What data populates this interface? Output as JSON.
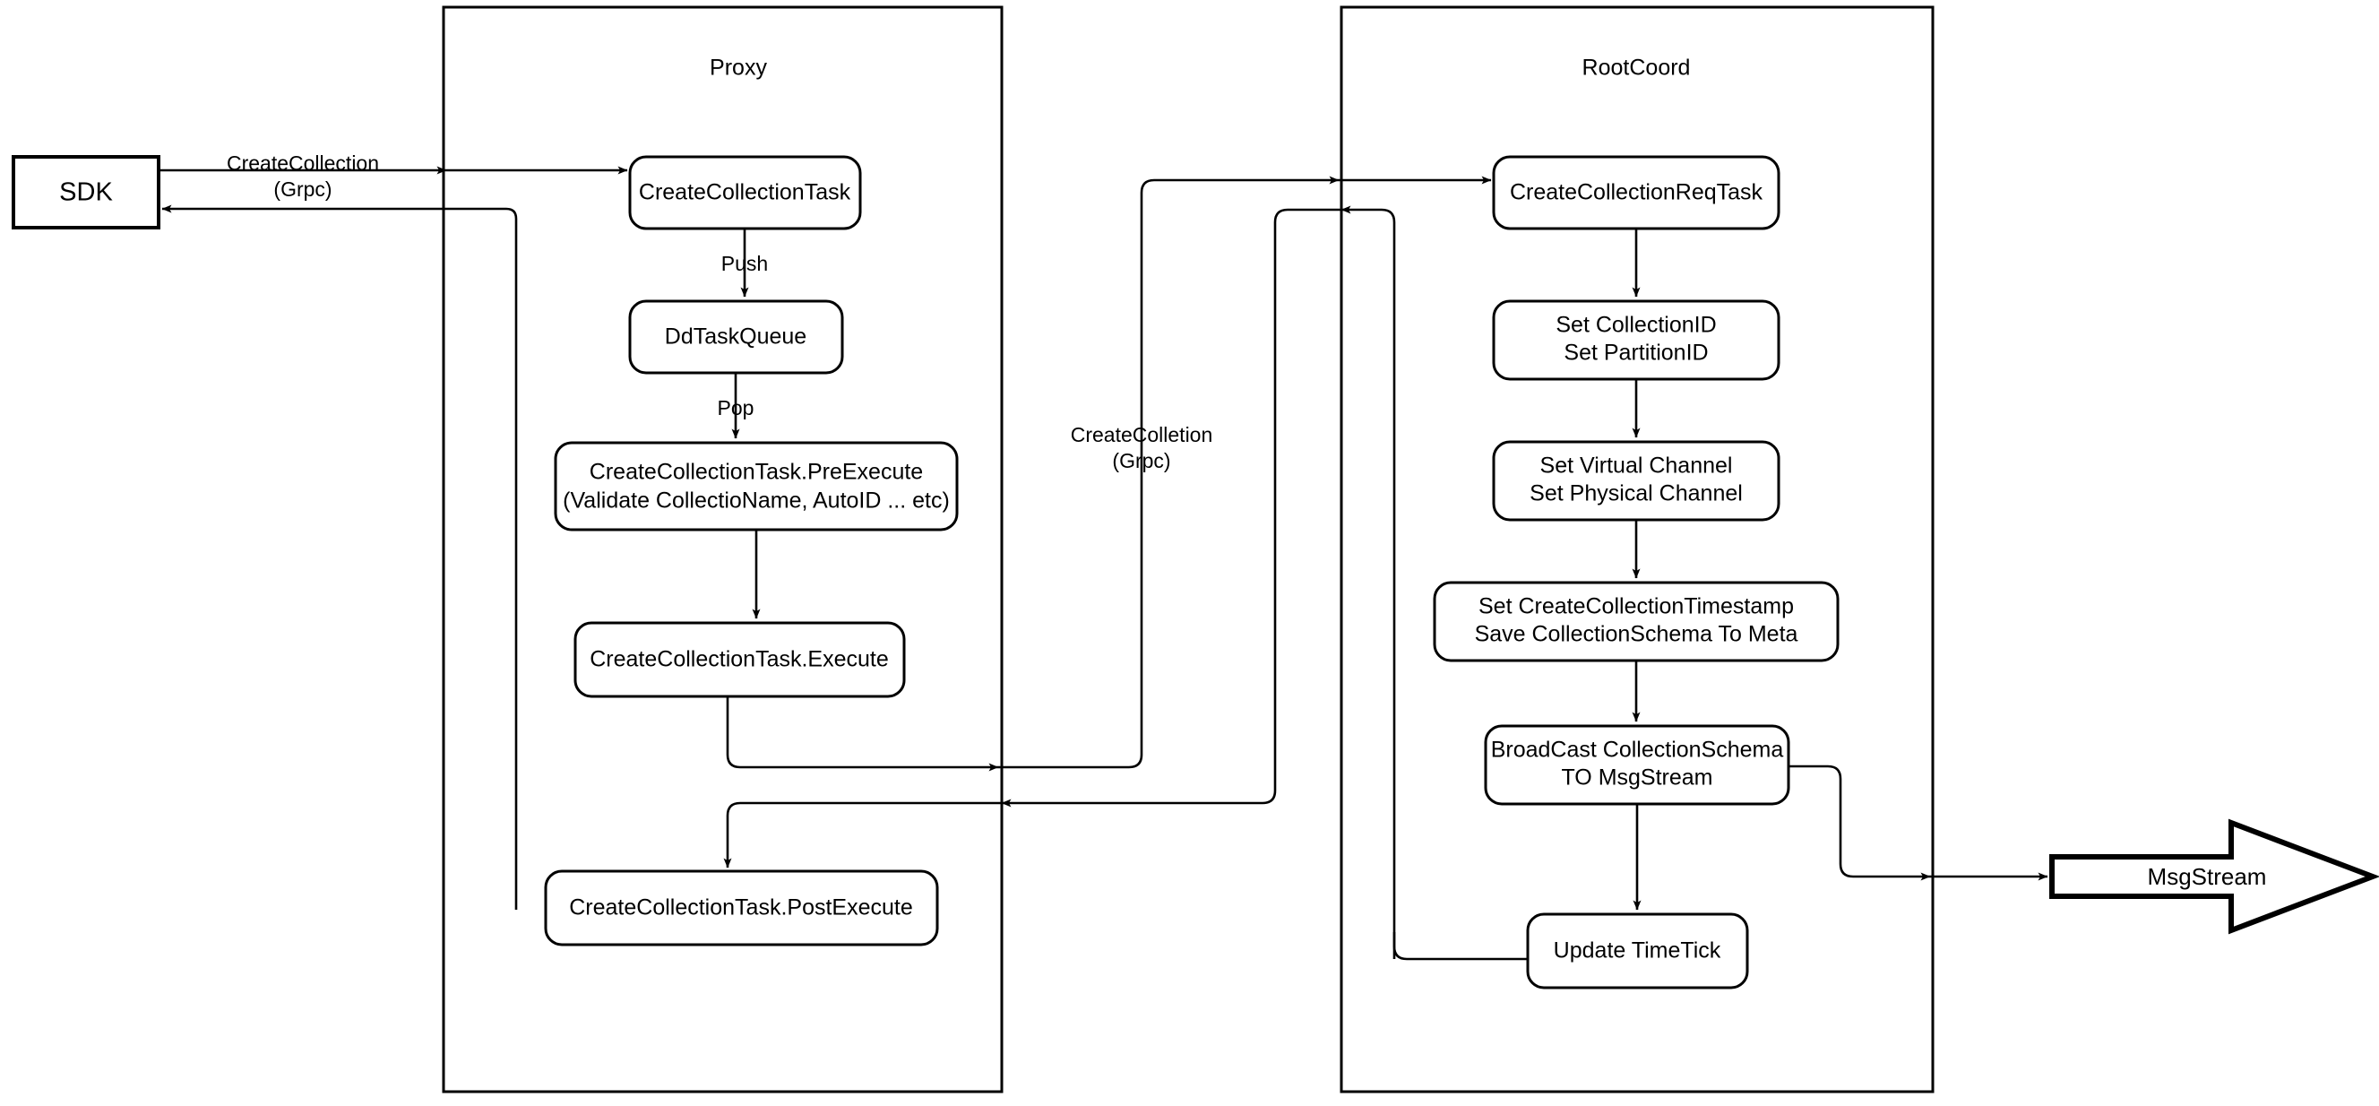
{
  "diagram": {
    "title": "Milvus CreateCollection flow",
    "background_color": "#ffffff",
    "line_color": "#000000"
  },
  "containers": [
    {
      "id": "proxy",
      "title": "Proxy"
    },
    {
      "id": "rootcoord",
      "title": "RootCoord"
    }
  ],
  "external_nodes": {
    "sdk": {
      "label": "SDK"
    },
    "msgstream": {
      "label": "MsgStream"
    }
  },
  "proxy_nodes": [
    {
      "id": "create-collection-task",
      "label": "CreateCollectionTask"
    },
    {
      "id": "dd-task-queue",
      "label": "DdTaskQueue"
    },
    {
      "id": "pre-execute",
      "line1": "CreateCollectionTask.PreExecute",
      "line2": "(Validate CollectioName, AutoID ... etc)"
    },
    {
      "id": "execute",
      "label": "CreateCollectionTask.Execute"
    },
    {
      "id": "post-execute",
      "label": "CreateCollectionTask.PostExecute"
    }
  ],
  "rootcoord_nodes": [
    {
      "id": "create-collection-req-task",
      "label": "CreateCollectionReqTask"
    },
    {
      "id": "set-ids",
      "line1": "Set CollectionID",
      "line2": "Set PartitionID"
    },
    {
      "id": "set-channels",
      "line1": "Set Virtual Channel",
      "line2": "Set Physical Channel"
    },
    {
      "id": "set-timestamp",
      "line1": "Set CreateCollectionTimestamp",
      "line2": "Save CollectionSchema To Meta"
    },
    {
      "id": "broadcast",
      "line1": "BroadCast CollectionSchema",
      "line2": "TO MsgStream"
    },
    {
      "id": "update-timetick",
      "label": "Update TimeTick"
    }
  ],
  "edge_labels": {
    "sdk_to_proxy_line1": "CreateCollection",
    "sdk_to_proxy_line2": "(Grpc)",
    "push": "Push",
    "pop": "Pop",
    "proxy_to_rootcoord_line1": "CreateColletion",
    "proxy_to_rootcoord_line2": "(Grpc)"
  }
}
